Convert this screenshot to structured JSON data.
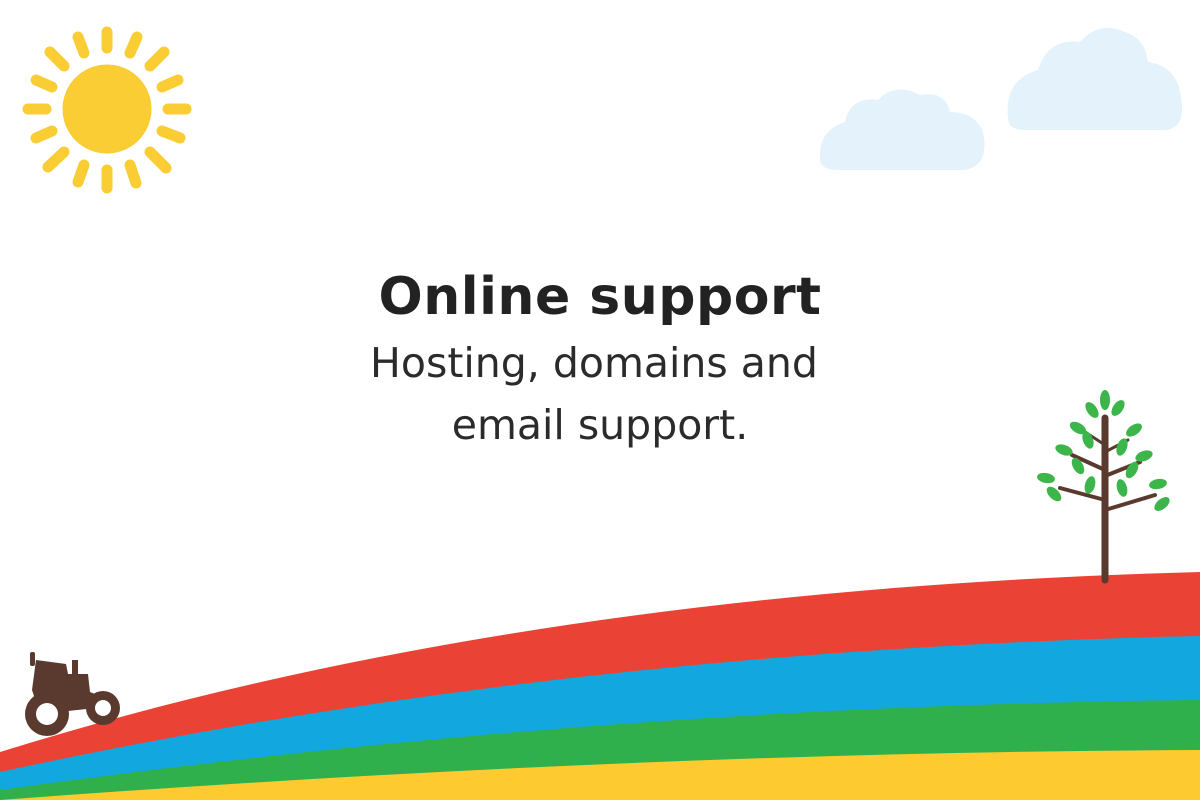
{
  "hero": {
    "title": "Online support",
    "subtitle_line1": "Hosting, domains and",
    "subtitle_line2": "email support."
  },
  "colors": {
    "sun": "#f9cd33",
    "cloud": "#e3f2fb",
    "tree_trunk": "#5a3a2e",
    "leaf": "#3cb54a",
    "tractor": "#5a3a2e",
    "band_red": "#ea4335",
    "band_blue": "#12a8df",
    "band_green": "#2fb04d",
    "band_yellow": "#fdcb2f"
  },
  "illustrations": {
    "sun": "sun-icon",
    "clouds": "cloud-icon",
    "tree": "tree-icon",
    "tractor": "tractor-icon",
    "hills": "rainbow-hills"
  }
}
